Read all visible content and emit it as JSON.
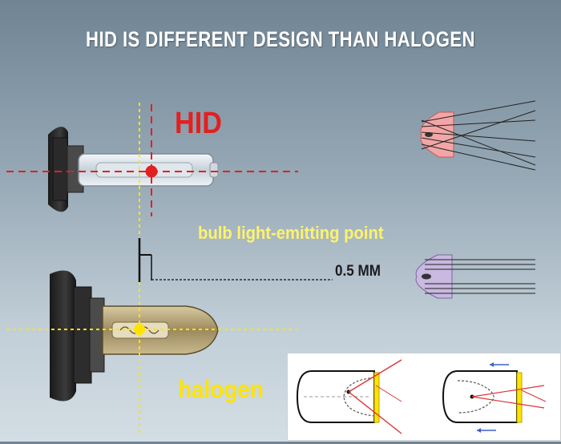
{
  "title": "HID IS DIFFERENT DESIGN THAN HALOGEN",
  "labels": {
    "hid": "HID",
    "emitting_point": "bulb light-emitting point",
    "offset": "0.5 MM",
    "halogen": "halogen"
  },
  "colors": {
    "hid": "#e41f1f",
    "halogen": "#ffe400",
    "emitting_point": "#fff36b",
    "background_top": "#6f8494",
    "background_bottom": "#d3dde4"
  }
}
